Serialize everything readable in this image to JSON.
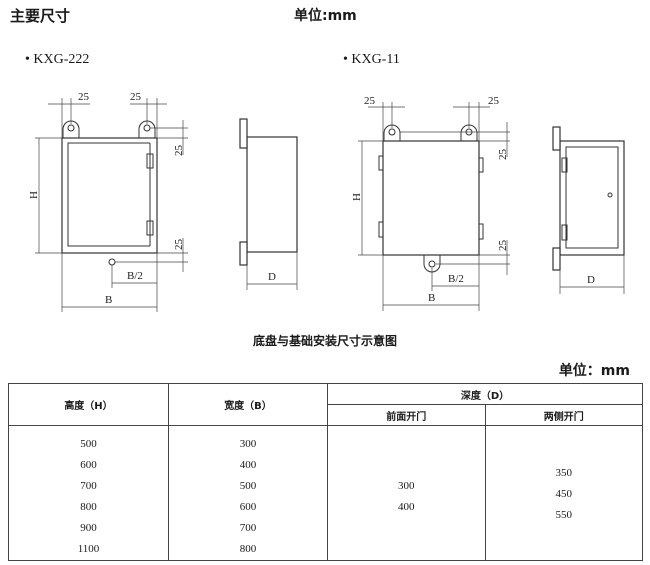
{
  "header": {
    "title": "主要尺寸",
    "unit": "单位:mm"
  },
  "models": [
    {
      "name": "• KXG-222",
      "dims": {
        "offset_top_left": "25",
        "offset_top_right": "25",
        "right_top": "25",
        "right_bottom": "25",
        "height": "H",
        "half_width": "B/2",
        "width": "B",
        "depth": "D"
      }
    },
    {
      "name": "• KXG-11",
      "dims": {
        "offset_top_left": "25",
        "offset_top_right": "25",
        "right_top": "25",
        "right_bottom": "25",
        "height": "H",
        "half_width": "B/2",
        "width": "B",
        "depth": "D"
      }
    }
  ],
  "caption": "底盘与基础安装尺寸示意图",
  "table": {
    "unit": "单位：mm",
    "headers": {
      "height": "高度（H）",
      "width": "宽度（B）",
      "depth": "深度（D）",
      "front_door": "前面开门",
      "side_doors": "两侧开门"
    },
    "height_values": [
      "500",
      "600",
      "700",
      "800",
      "900",
      "1100"
    ],
    "width_values": [
      "300",
      "400",
      "500",
      "600",
      "700",
      "800"
    ],
    "front_door_depths": [
      "300",
      "400"
    ],
    "side_door_depths": [
      "350",
      "450",
      "550"
    ]
  }
}
